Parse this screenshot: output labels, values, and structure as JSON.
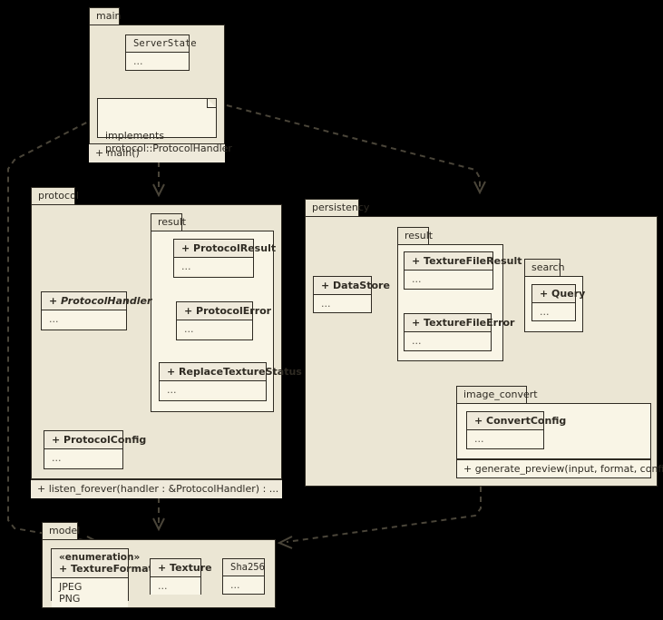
{
  "diagram": {
    "type": "uml-package-diagram",
    "background_color": "#000000",
    "package_fill": "#EBE6D4",
    "class_fill": "#F9F5E6",
    "class_header_fill": "#EFEADB",
    "line_color": "#2F2B23"
  },
  "packages": {
    "main": {
      "label": "main",
      "method": "+ main()",
      "classes": {
        "server_state": {
          "name": "ServerState",
          "body": "..."
        }
      },
      "note": {
        "text": "implements\nprotocol::ProtocolHandler"
      }
    },
    "protocol": {
      "label": "protocol",
      "method": "+ listen_forever(handler : &ProtocolHandler) : ...",
      "classes": {
        "protocol_handler": {
          "name": "+ ProtocolHandler",
          "body": "..."
        },
        "protocol_config": {
          "name": "+ ProtocolConfig",
          "body": "..."
        }
      },
      "subpackages": {
        "result": {
          "label": "result",
          "classes": {
            "protocol_result": {
              "name": "+ ProtocolResult",
              "body": "..."
            },
            "protocol_error": {
              "name": "+ ProtocolError",
              "body": "..."
            },
            "replace_texture_status": {
              "name": "+ ReplaceTextureStatus",
              "body": "..."
            }
          }
        }
      }
    },
    "persistency": {
      "label": "persistency",
      "classes": {
        "data_store": {
          "name": "+ DataStore",
          "body": "..."
        }
      },
      "subpackages": {
        "result": {
          "label": "result",
          "classes": {
            "texture_file_result": {
              "name": "+ TextureFileResult",
              "body": "..."
            },
            "texture_file_error": {
              "name": "+ TextureFileError",
              "body": "..."
            }
          }
        },
        "search": {
          "label": "search",
          "classes": {
            "query": {
              "name": "+ Query",
              "body": "..."
            }
          }
        },
        "image_convert": {
          "label": "image_convert",
          "method": "+ generate_preview(input, format, config) : ...",
          "classes": {
            "convert_config": {
              "name": "+ ConvertConfig",
              "body": "..."
            }
          }
        }
      }
    },
    "model": {
      "label": "model",
      "classes": {
        "texture_format": {
          "stereotype": "«enumeration»",
          "name": "+ TextureFormat",
          "body": "JPEG\nPNG"
        },
        "texture": {
          "name": "+ Texture",
          "body": "..."
        },
        "sha256": {
          "name": "Sha256",
          "body": "..."
        }
      }
    }
  },
  "edges": [
    {
      "name": "main-to-protocol",
      "style": "dashed",
      "arrow": "open"
    },
    {
      "name": "main-to-persistency",
      "style": "dashed",
      "arrow": "open"
    },
    {
      "name": "main-note-to-model",
      "style": "dashed",
      "arrow": "open"
    },
    {
      "name": "protocol-to-model",
      "style": "dashed",
      "arrow": "open"
    },
    {
      "name": "persistency-to-model",
      "style": "dashed",
      "arrow": "open"
    },
    {
      "name": "serverstate-to-note",
      "style": "dashed",
      "arrow": "none"
    }
  ]
}
